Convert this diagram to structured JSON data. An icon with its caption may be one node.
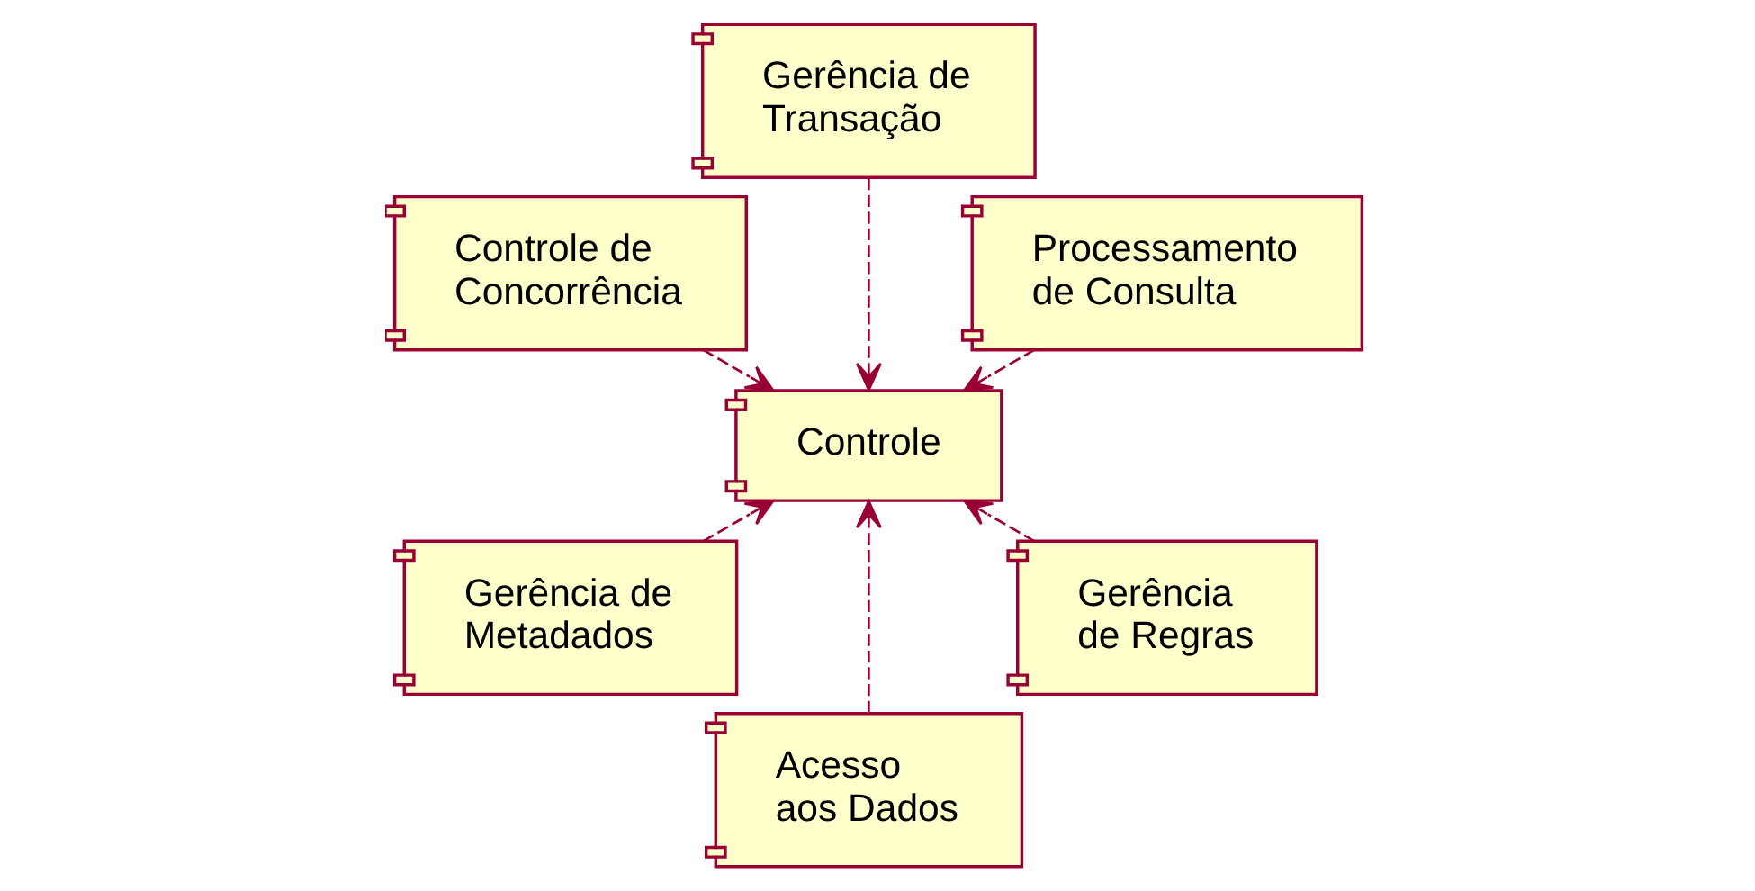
{
  "diagram": {
    "nodes": [
      {
        "text": [
          "Processamento de Consulta"
        ]
      },
      {
        "text": [
          "Gerência de Transação"
        ]
      },
      {
        "text": [
          "Controle"
        ]
      },
      {
        "text": [
          "Controle de Concorrência"
        ]
      },
      {
        "text": [
          "Gerência de Metadados"
        ]
      },
      {
        "text": [
          "Acesso aos Dados"
        ]
      },
      {
        "text": [
          "Gerência de Regras"
        ]
      }
    ],
    "edges": [
      {
        "from": 0,
        "to": 2,
        "arrow": "to",
        "style": "dashed"
      },
      {
        "from": 1,
        "to": 2,
        "arrow": "to",
        "style": "dashed"
      },
      {
        "from": 3,
        "to": 2,
        "arrow": "to",
        "style": "dashed"
      },
      {
        "from": 4,
        "to": 2,
        "arrow": "to",
        "style": "dashed"
      },
      {
        "from": 5,
        "to": 2,
        "arrow": "to",
        "style": "dashed"
      },
      {
        "from": 6,
        "to": 2,
        "arrow": "to",
        "style": "dashed"
      }
    ]
  }
}
